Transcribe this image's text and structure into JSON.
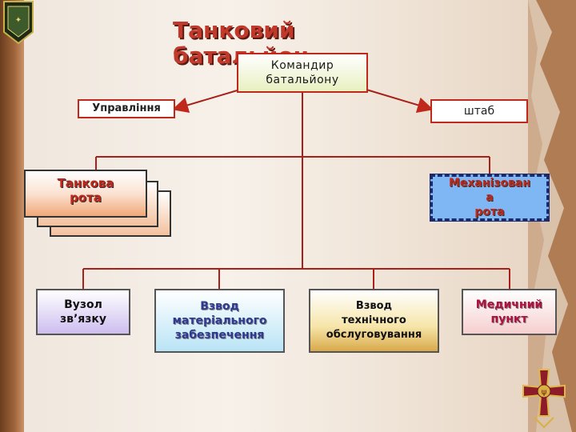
{
  "title": {
    "line1": "Танковий",
    "line2": "батальйон"
  },
  "commander": {
    "line1": "Командир",
    "line2": "батальйону"
  },
  "management": "Управління",
  "staff": "штаб",
  "tank_company": {
    "line1": "Танкова",
    "line2": "рота"
  },
  "mech_company": {
    "line1": "Механізован",
    "line2": "а",
    "line3": "рота"
  },
  "units": [
    {
      "line1": "Вузол",
      "line2": "зв’язку"
    },
    {
      "line1": "Взвод",
      "line2": "матеріального",
      "line3": "забезпечення"
    },
    {
      "line1": "Взвод",
      "line2": "технічного",
      "line3": "обслуговування"
    },
    {
      "line1": "Медичний",
      "line2": "пункт"
    }
  ],
  "colors": {
    "accent_red": "#c0281c",
    "title_red": "#c0392b",
    "mech_blue": "#7fb6f4"
  },
  "icons": [
    "emblem-icon",
    "cross-icon"
  ]
}
